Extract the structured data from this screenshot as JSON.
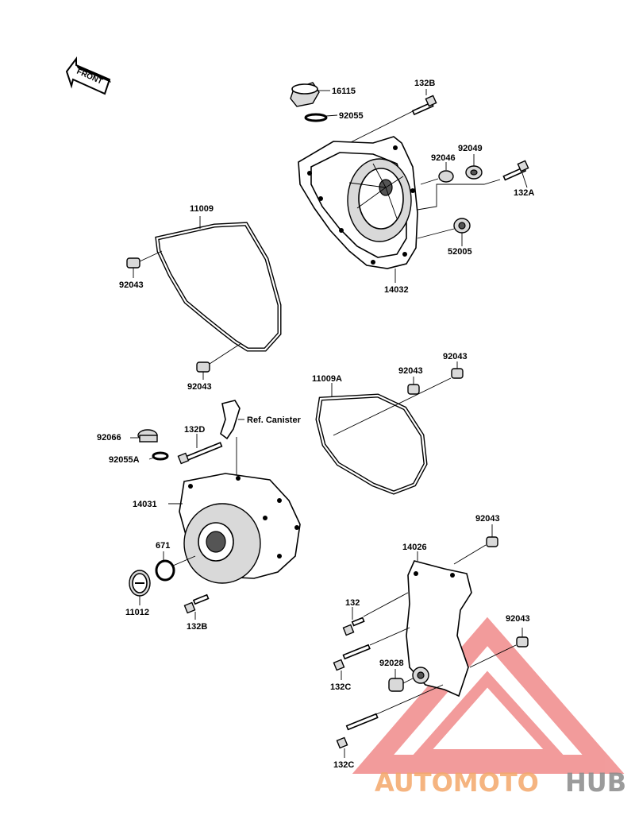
{
  "front_label": "FRONT",
  "canister_label": "Ref. Canister",
  "parts": {
    "p16115": "16115",
    "p92055": "92055",
    "p132B_top": "132B",
    "p92046": "92046",
    "p92049": "92049",
    "p132A": "132A",
    "p52005": "52005",
    "p14032": "14032",
    "p11009": "11009",
    "p92043_a": "92043",
    "p92043_b": "92043",
    "p11009A": "11009A",
    "p92043_c": "92043",
    "p92043_d": "92043",
    "p92066": "92066",
    "p132D": "132D",
    "p92055A": "92055A",
    "p14031": "14031",
    "p671": "671",
    "p11012": "11012",
    "p132B_bot": "132B",
    "p92043_e": "92043",
    "p14026": "14026",
    "p132": "132",
    "p92043_f": "92043",
    "p132C_a": "132C",
    "p92028": "92028",
    "p132C_b": "132C"
  },
  "watermark": {
    "brand_part1": "AUTOMOTO",
    "brand_part2": "HUB",
    "color_part1": "#f4a86a",
    "color_part2": "#8a8a8a",
    "triangle_color": "#e84a4a"
  }
}
